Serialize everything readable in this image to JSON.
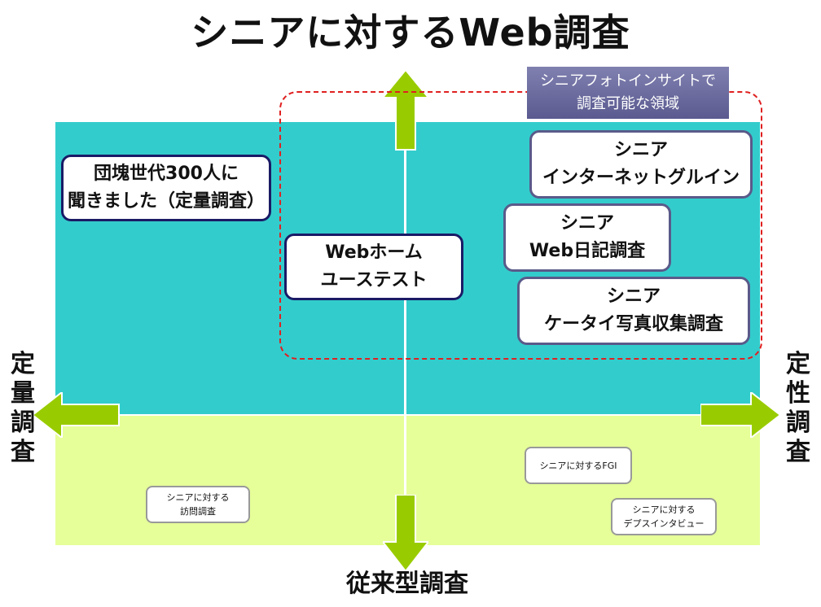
{
  "title": "シニアに対するWeb調査",
  "region_label": "シニアフォトインサイトで\n調査可能な領域",
  "axes": {
    "left": "定量調査",
    "right": "定性調査",
    "bottom": "従来型調査"
  },
  "boxes": {
    "dankai": "団塊世代300人に\n聞きました（定量調査）",
    "web_home": "Webホーム\nユーステスト",
    "internet_group": "シニア\nインターネットグルイン",
    "web_diary": "シニア\nWeb日記調査",
    "keitai_photo": "シニア\nケータイ写真収集調査",
    "visit": "シニアに対する\n訪問調査",
    "fgi": "シニアに対するFGI",
    "depth": "シニアに対する\nデプスインタビュー"
  },
  "colors": {
    "web_region": "#33cccc",
    "traditional_region": "#e6ff99",
    "arrow": "#99cc00",
    "dashed_border": "#e02020"
  }
}
